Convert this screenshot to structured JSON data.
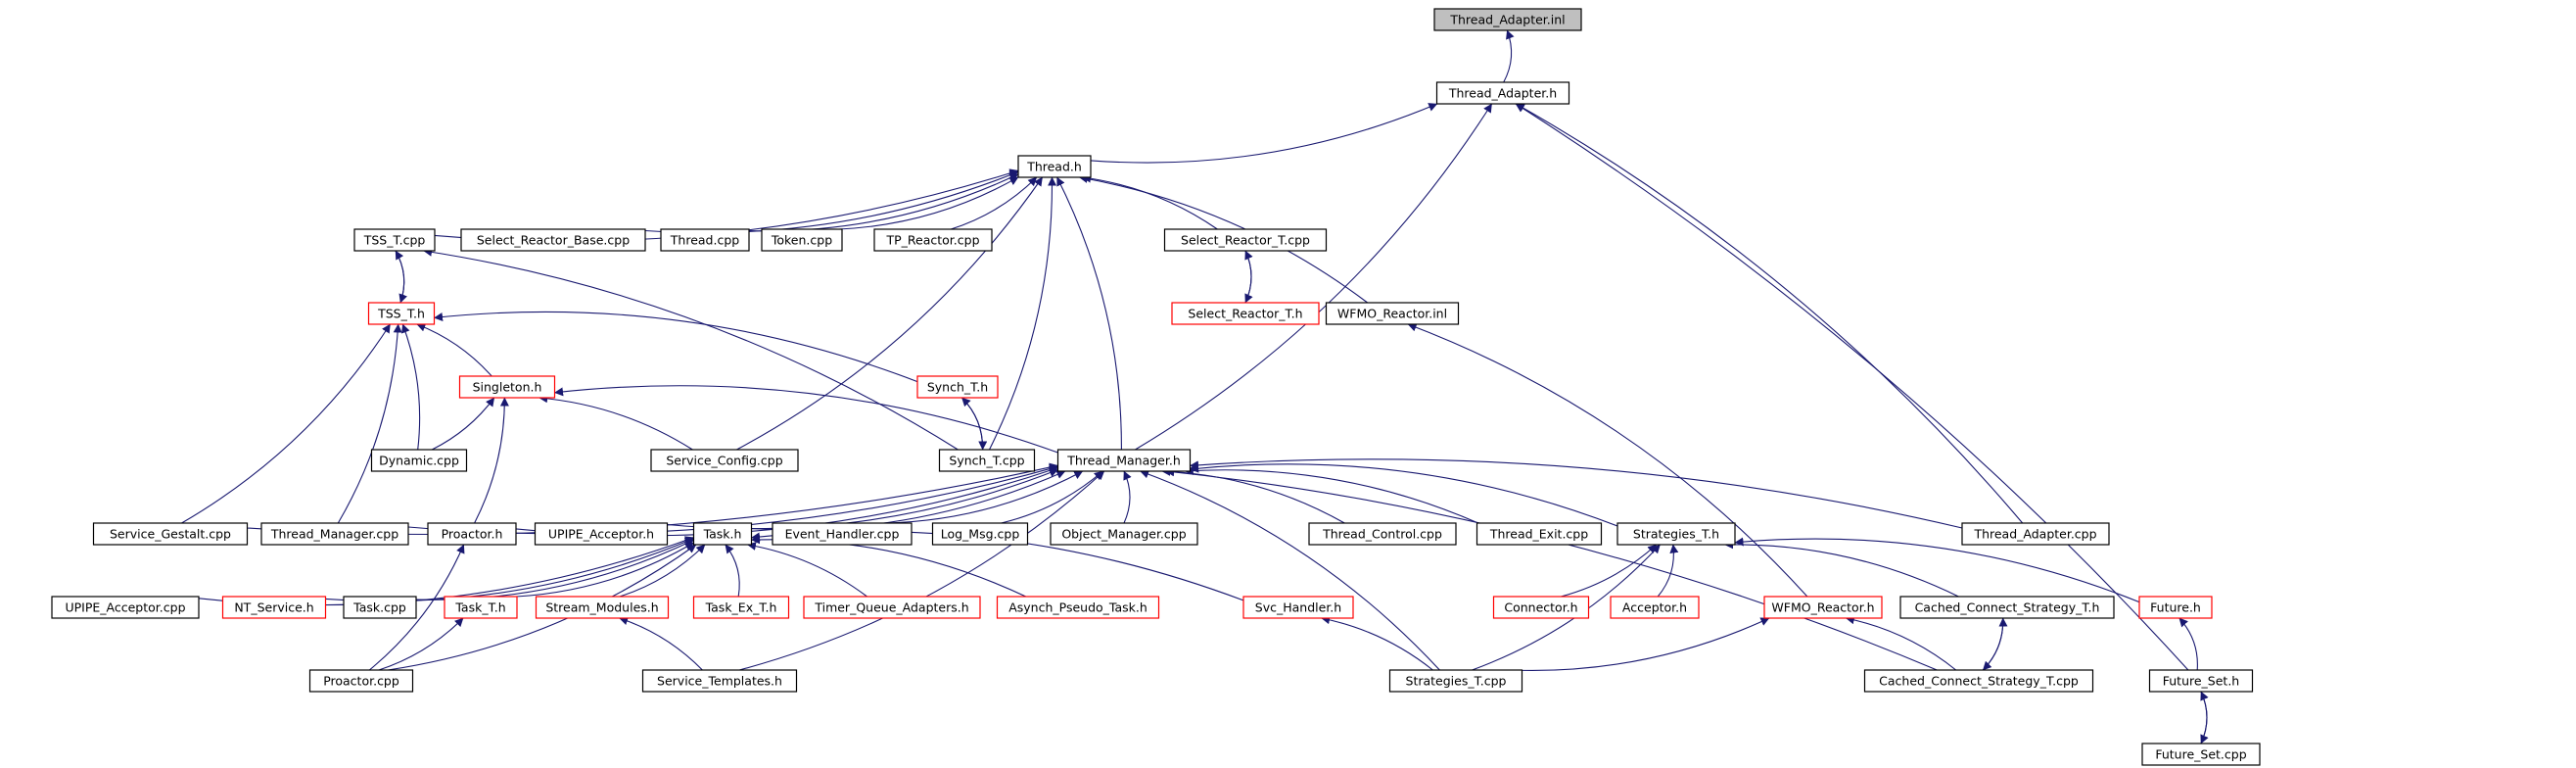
{
  "colors": {
    "edge": "#191970",
    "node_border_default": "#000000",
    "node_border_red": "#ff0000",
    "node_fill_root": "#bfbfbf",
    "node_fill": "#ffffff"
  },
  "nodes": [
    {
      "id": "thread_adapter_inl",
      "label": "Thread_Adapter.inl",
      "style": "root"
    },
    {
      "id": "thread_adapter_h",
      "label": "Thread_Adapter.h",
      "style": "black"
    },
    {
      "id": "thread_h",
      "label": "Thread.h",
      "style": "black"
    },
    {
      "id": "tss_t_cpp",
      "label": "TSS_T.cpp",
      "style": "black"
    },
    {
      "id": "select_reactor_base_cpp",
      "label": "Select_Reactor_Base.cpp",
      "style": "black"
    },
    {
      "id": "thread_cpp",
      "label": "Thread.cpp",
      "style": "black"
    },
    {
      "id": "token_cpp",
      "label": "Token.cpp",
      "style": "black"
    },
    {
      "id": "tp_reactor_cpp",
      "label": "TP_Reactor.cpp",
      "style": "black"
    },
    {
      "id": "select_reactor_t_cpp",
      "label": "Select_Reactor_T.cpp",
      "style": "black"
    },
    {
      "id": "tss_t_h",
      "label": "TSS_T.h",
      "style": "red"
    },
    {
      "id": "select_reactor_t_h",
      "label": "Select_Reactor_T.h",
      "style": "red"
    },
    {
      "id": "wfmo_reactor_inl",
      "label": "WFMO_Reactor.inl",
      "style": "black"
    },
    {
      "id": "singleton_h",
      "label": "Singleton.h",
      "style": "red"
    },
    {
      "id": "synch_t_h",
      "label": "Synch_T.h",
      "style": "red"
    },
    {
      "id": "dynamic_cpp",
      "label": "Dynamic.cpp",
      "style": "black"
    },
    {
      "id": "service_config_cpp",
      "label": "Service_Config.cpp",
      "style": "black"
    },
    {
      "id": "synch_t_cpp",
      "label": "Synch_T.cpp",
      "style": "black"
    },
    {
      "id": "thread_manager_h",
      "label": "Thread_Manager.h",
      "style": "black"
    },
    {
      "id": "service_gestalt_cpp",
      "label": "Service_Gestalt.cpp",
      "style": "black"
    },
    {
      "id": "thread_manager_cpp",
      "label": "Thread_Manager.cpp",
      "style": "black"
    },
    {
      "id": "proactor_h",
      "label": "Proactor.h",
      "style": "black"
    },
    {
      "id": "upipe_acceptor_h",
      "label": "UPIPE_Acceptor.h",
      "style": "black"
    },
    {
      "id": "task_h",
      "label": "Task.h",
      "style": "black"
    },
    {
      "id": "event_handler_cpp",
      "label": "Event_Handler.cpp",
      "style": "black"
    },
    {
      "id": "log_msg_cpp",
      "label": "Log_Msg.cpp",
      "style": "black"
    },
    {
      "id": "object_manager_cpp",
      "label": "Object_Manager.cpp",
      "style": "black"
    },
    {
      "id": "thread_control_cpp",
      "label": "Thread_Control.cpp",
      "style": "black"
    },
    {
      "id": "thread_exit_cpp",
      "label": "Thread_Exit.cpp",
      "style": "black"
    },
    {
      "id": "strategies_t_h",
      "label": "Strategies_T.h",
      "style": "black"
    },
    {
      "id": "thread_adapter_cpp",
      "label": "Thread_Adapter.cpp",
      "style": "black"
    },
    {
      "id": "upipe_acceptor_cpp",
      "label": "UPIPE_Acceptor.cpp",
      "style": "black"
    },
    {
      "id": "nt_service_h",
      "label": "NT_Service.h",
      "style": "red"
    },
    {
      "id": "task_cpp",
      "label": "Task.cpp",
      "style": "black"
    },
    {
      "id": "task_t_h",
      "label": "Task_T.h",
      "style": "red"
    },
    {
      "id": "stream_modules_h",
      "label": "Stream_Modules.h",
      "style": "red"
    },
    {
      "id": "task_ex_t_h",
      "label": "Task_Ex_T.h",
      "style": "red"
    },
    {
      "id": "timer_queue_adapters_h",
      "label": "Timer_Queue_Adapters.h",
      "style": "red"
    },
    {
      "id": "asynch_pseudo_task_h",
      "label": "Asynch_Pseudo_Task.h",
      "style": "red"
    },
    {
      "id": "svc_handler_h",
      "label": "Svc_Handler.h",
      "style": "red"
    },
    {
      "id": "connector_h",
      "label": "Connector.h",
      "style": "red"
    },
    {
      "id": "acceptor_h",
      "label": "Acceptor.h",
      "style": "red"
    },
    {
      "id": "wfmo_reactor_h",
      "label": "WFMO_Reactor.h",
      "style": "red"
    },
    {
      "id": "cached_connect_strategy_t_h",
      "label": "Cached_Connect_Strategy_T.h",
      "style": "black"
    },
    {
      "id": "future_h",
      "label": "Future.h",
      "style": "red"
    },
    {
      "id": "proactor_cpp",
      "label": "Proactor.cpp",
      "style": "black"
    },
    {
      "id": "service_templates_h",
      "label": "Service_Templates.h",
      "style": "black"
    },
    {
      "id": "strategies_t_cpp",
      "label": "Strategies_T.cpp",
      "style": "black"
    },
    {
      "id": "cached_connect_strategy_t_cpp",
      "label": "Cached_Connect_Strategy_T.cpp",
      "style": "black"
    },
    {
      "id": "future_set_h",
      "label": "Future_Set.h",
      "style": "black"
    },
    {
      "id": "future_set_cpp",
      "label": "Future_Set.cpp",
      "style": "black"
    }
  ],
  "edges": [
    [
      "thread_adapter_h",
      "thread_adapter_inl"
    ],
    [
      "thread_h",
      "thread_adapter_h"
    ],
    [
      "thread_manager_h",
      "thread_adapter_h"
    ],
    [
      "thread_adapter_cpp",
      "thread_adapter_h"
    ],
    [
      "future_set_h",
      "thread_adapter_h"
    ],
    [
      "tss_t_cpp",
      "thread_h"
    ],
    [
      "select_reactor_base_cpp",
      "thread_h"
    ],
    [
      "thread_cpp",
      "thread_h"
    ],
    [
      "token_cpp",
      "thread_h"
    ],
    [
      "tp_reactor_cpp",
      "thread_h"
    ],
    [
      "select_reactor_t_cpp",
      "thread_h"
    ],
    [
      "wfmo_reactor_inl",
      "thread_h"
    ],
    [
      "service_config_cpp",
      "thread_h"
    ],
    [
      "synch_t_cpp",
      "thread_h"
    ],
    [
      "thread_manager_h",
      "thread_h"
    ],
    [
      "tss_t_h",
      "tss_t_cpp"
    ],
    [
      "tss_t_cpp",
      "tss_t_h"
    ],
    [
      "synch_t_cpp",
      "tss_t_cpp"
    ],
    [
      "select_reactor_t_h",
      "select_reactor_t_cpp"
    ],
    [
      "select_reactor_t_cpp",
      "select_reactor_t_h"
    ],
    [
      "wfmo_reactor_h",
      "wfmo_reactor_inl"
    ],
    [
      "singleton_h",
      "tss_t_h"
    ],
    [
      "synch_t_h",
      "tss_t_h"
    ],
    [
      "dynamic_cpp",
      "tss_t_h"
    ],
    [
      "service_gestalt_cpp",
      "tss_t_h"
    ],
    [
      "thread_manager_cpp",
      "tss_t_h"
    ],
    [
      "dynamic_cpp",
      "singleton_h"
    ],
    [
      "service_config_cpp",
      "singleton_h"
    ],
    [
      "thread_manager_h",
      "singleton_h"
    ],
    [
      "proactor_h",
      "singleton_h"
    ],
    [
      "synch_t_cpp",
      "synch_t_h"
    ],
    [
      "synch_t_h",
      "synch_t_cpp"
    ],
    [
      "service_gestalt_cpp",
      "thread_manager_h"
    ],
    [
      "thread_manager_cpp",
      "thread_manager_h"
    ],
    [
      "proactor_h",
      "thread_manager_h"
    ],
    [
      "upipe_acceptor_h",
      "thread_manager_h"
    ],
    [
      "task_h",
      "thread_manager_h"
    ],
    [
      "event_handler_cpp",
      "thread_manager_h"
    ],
    [
      "log_msg_cpp",
      "thread_manager_h"
    ],
    [
      "object_manager_cpp",
      "thread_manager_h"
    ],
    [
      "thread_control_cpp",
      "thread_manager_h"
    ],
    [
      "thread_exit_cpp",
      "thread_manager_h"
    ],
    [
      "strategies_t_h",
      "thread_manager_h"
    ],
    [
      "thread_adapter_cpp",
      "thread_manager_h"
    ],
    [
      "strategies_t_cpp",
      "thread_manager_h"
    ],
    [
      "cached_connect_strategy_t_cpp",
      "thread_manager_h"
    ],
    [
      "service_templates_h",
      "thread_manager_h"
    ],
    [
      "proactor_cpp",
      "proactor_h"
    ],
    [
      "upipe_acceptor_cpp",
      "task_h"
    ],
    [
      "nt_service_h",
      "task_h"
    ],
    [
      "task_cpp",
      "task_h"
    ],
    [
      "task_t_h",
      "task_h"
    ],
    [
      "stream_modules_h",
      "task_h"
    ],
    [
      "task_ex_t_h",
      "task_h"
    ],
    [
      "timer_queue_adapters_h",
      "task_h"
    ],
    [
      "asynch_pseudo_task_h",
      "task_h"
    ],
    [
      "svc_handler_h",
      "task_h"
    ],
    [
      "proactor_cpp",
      "task_h"
    ],
    [
      "connector_h",
      "strategies_t_h"
    ],
    [
      "acceptor_h",
      "strategies_t_h"
    ],
    [
      "strategies_t_cpp",
      "strategies_t_h"
    ],
    [
      "cached_connect_strategy_t_h",
      "strategies_t_h"
    ],
    [
      "future_h",
      "strategies_t_h"
    ],
    [
      "proactor_cpp",
      "task_t_h"
    ],
    [
      "service_templates_h",
      "stream_modules_h"
    ],
    [
      "strategies_t_cpp",
      "svc_handler_h"
    ],
    [
      "strategies_t_cpp",
      "wfmo_reactor_h"
    ],
    [
      "cached_connect_strategy_t_cpp",
      "wfmo_reactor_h"
    ],
    [
      "cached_connect_strategy_t_cpp",
      "cached_connect_strategy_t_h"
    ],
    [
      "cached_connect_strategy_t_h",
      "cached_connect_strategy_t_cpp"
    ],
    [
      "future_set_h",
      "future_h"
    ],
    [
      "future_set_cpp",
      "future_set_h"
    ],
    [
      "future_set_h",
      "future_set_cpp"
    ]
  ]
}
